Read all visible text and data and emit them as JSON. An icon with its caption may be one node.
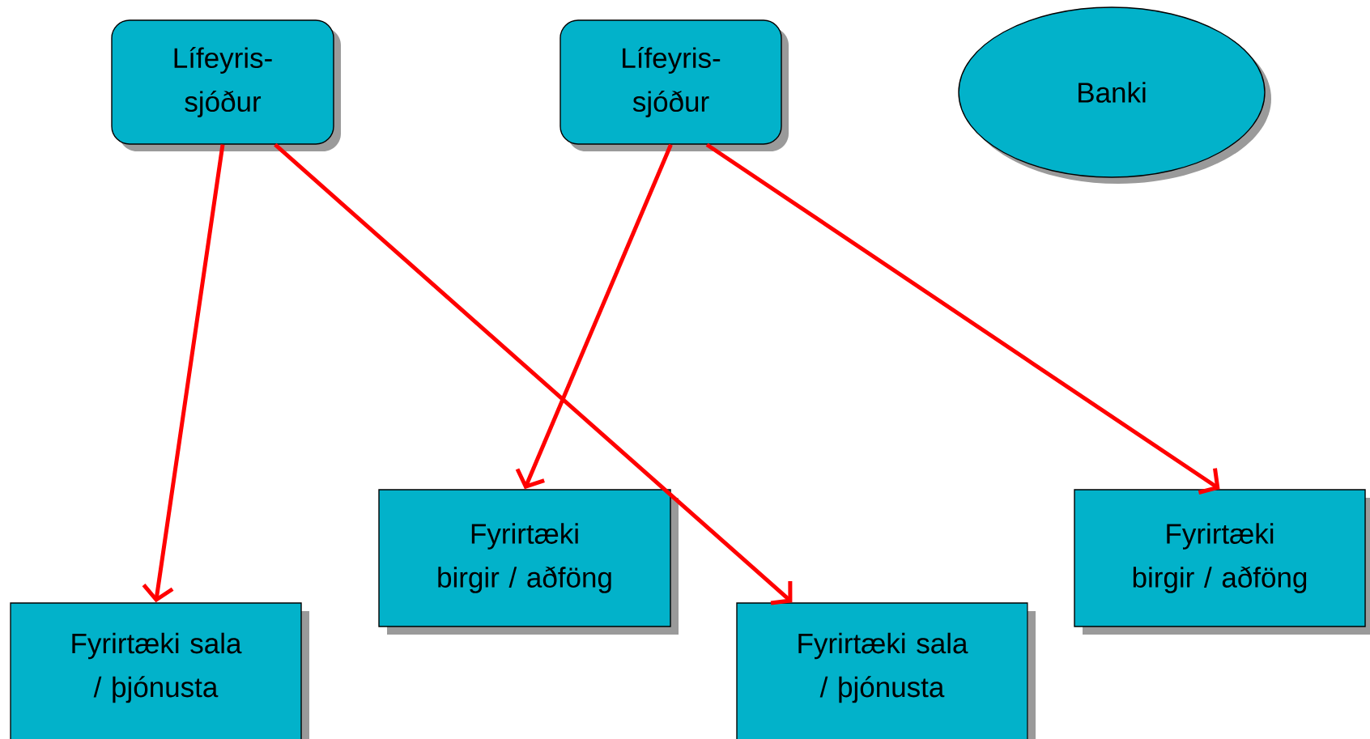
{
  "diagram": {
    "nodes": [
      {
        "text": [
          "Lífeyris- sjóður"
        ]
      },
      {
        "text": [
          "Lífeyris- sjóður"
        ]
      },
      {
        "text": [
          "Banki"
        ]
      },
      {
        "text": [
          "Fyrirtæki birgir / aðföng"
        ]
      },
      {
        "text": [
          "Fyrirtæki birgir / aðföng"
        ]
      },
      {
        "text": [
          "Fyrirtæki sala / þjónusta"
        ]
      },
      {
        "text": [
          "Fyrirtæki sala / þjónusta"
        ]
      }
    ],
    "edges": [
      {
        "from": 0,
        "to": 5,
        "arrow": "to"
      },
      {
        "from": 0,
        "to": 6,
        "arrow": "to"
      },
      {
        "from": 1,
        "to": 3,
        "arrow": "to"
      },
      {
        "from": 1,
        "to": 4,
        "arrow": "to"
      }
    ]
  }
}
